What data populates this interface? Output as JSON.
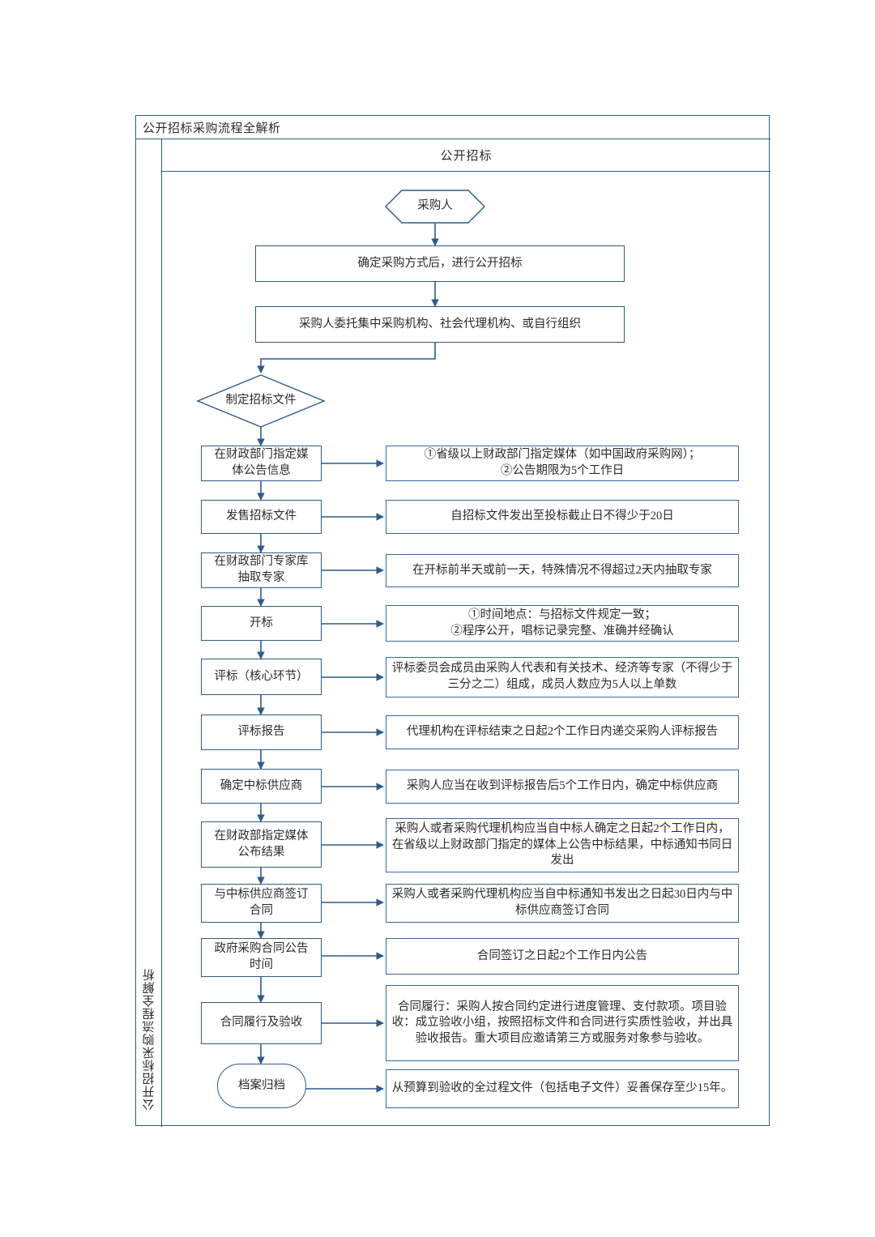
{
  "document": {
    "title": "公开招标采购流程全解析",
    "side_label": "公开招标采购流程全解析",
    "section_header": "公开招标"
  },
  "colors": {
    "border": "#2e5c8a",
    "detail_border": "#3a66a0",
    "connector": "#2e5c8a",
    "text": "#2b2b2b",
    "background": "#ffffff"
  },
  "flow": {
    "start": {
      "label": "采购人",
      "shape": "hexagon"
    },
    "step_method": {
      "label": "确定采购方式后，进行公开招标",
      "shape": "rect"
    },
    "step_entrust": {
      "label": "采购人委托集中采购机构、社会代理机构、或自行组织",
      "shape": "rect"
    },
    "decision_docs": {
      "label": "制定招标文件",
      "shape": "diamond"
    },
    "steps": [
      {
        "id": "announce",
        "label": "在财政部门指定媒\n体公告信息",
        "detail": "①省级以上财政部门指定媒体（如中国政府采购网）；\n②公告期限为5个工作日"
      },
      {
        "id": "sell-docs",
        "label": "发售招标文件",
        "detail": "自招标文件发出至投标截止日不得少于20日"
      },
      {
        "id": "draw-experts",
        "label": "在财政部门专家库\n抽取专家",
        "detail": "在开标前半天或前一天，特殊情况不得超过2天内抽取专家"
      },
      {
        "id": "bid-opening",
        "label": "开标",
        "detail": "①时间地点：与招标文件规定一致；\n②程序公开，唱标记录完整、准确并经确认"
      },
      {
        "id": "bid-evaluation",
        "label": "评标（核心环节）",
        "detail": "评标委员会成员由采购人代表和有关技术、经济等专家（不得少于三分之二）组成，成员人数应为5人以上单数"
      },
      {
        "id": "evaluation-report",
        "label": "评标报告",
        "detail": "代理机构在评标结束之日起2个工作日内递交采购人评标报告"
      },
      {
        "id": "determine-winner",
        "label": "确定中标供应商",
        "detail": "采购人应当在收到评标报告后5个工作日内，确定中标供应商"
      },
      {
        "id": "publish-result",
        "label": "在财政部指定媒体\n公布结果",
        "detail": "采购人或者采购代理机构应当自中标人确定之日起2个工作日内，在省级以上财政部门指定的媒体上公告中标结果，中标通知书同日发出"
      },
      {
        "id": "sign-contract",
        "label": "与中标供应商签订\n合同",
        "detail": "采购人或者采购代理机构应当自中标通知书发出之日起30日内与中标供应商签订合同"
      },
      {
        "id": "contract-announce",
        "label": "政府采购合同公告\n时间",
        "detail": "合同签订之日起2个工作日内公告"
      },
      {
        "id": "perform-accept",
        "label": "合同履行及验收",
        "detail": "合同履行：采购人按合同约定进行进度管理、支付款项。项目验收：成立验收小组，按照招标文件和合同进行实质性验收，并出具验收报告。重大项目应邀请第三方或服务对象参与验收。"
      }
    ],
    "end": {
      "label": "档案归档",
      "shape": "stadium",
      "detail": "从预算到验收的全过程文件（包括电子文件）妥善保存至少15年。"
    }
  }
}
